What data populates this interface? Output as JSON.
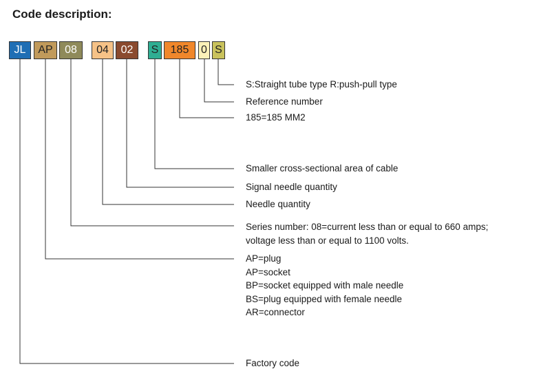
{
  "title": "Code description:",
  "codes": [
    {
      "text": "JL",
      "color": "#1f6eb4",
      "text_color": "#ffffff"
    },
    {
      "text": "AP",
      "color": "#c19a5b",
      "text_color": "#222222"
    },
    {
      "text": "08",
      "color": "#8f8a5a",
      "text_color": "#ffffff"
    },
    {
      "text": "04",
      "color": "#f6c287",
      "text_color": "#222222"
    },
    {
      "text": "02",
      "color": "#8a4a2e",
      "text_color": "#ffffff"
    },
    {
      "text": "S",
      "color": "#2fae93",
      "text_color": "#222222"
    },
    {
      "text": "185",
      "color": "#f0872b",
      "text_color": "#222222"
    },
    {
      "text": "0",
      "color": "#fbf1b8",
      "text_color": "#222222"
    },
    {
      "text": "S",
      "color": "#c9c25c",
      "text_color": "#222222"
    }
  ],
  "descriptions": {
    "straight": "S:Straight tube type  R:push-pull type",
    "reference": "Reference number",
    "size": "185=185 MM2",
    "area": "Smaller cross-sectional area of cable",
    "signal": "Signal needle quantity",
    "needle": "Needle quantity",
    "series": [
      "Series number: 08=current less than or equal to 660 amps;",
      "voltage less than or equal to 1100 volts."
    ],
    "type": [
      "AP=plug",
      "AP=socket",
      "BP=socket equipped with male needle",
      "BS=plug equipped with female needle",
      "AR=connector"
    ],
    "factory": "Factory code"
  },
  "line_color": "#333333"
}
